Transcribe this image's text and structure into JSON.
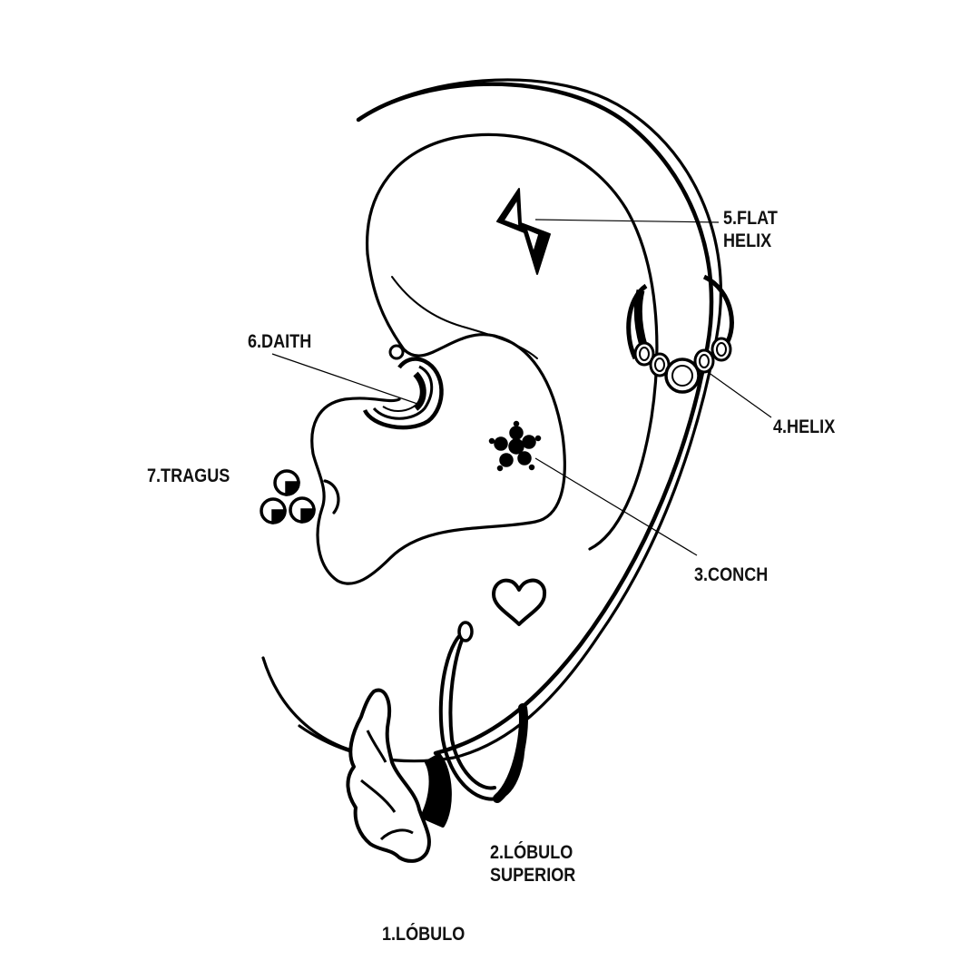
{
  "colors": {
    "ink": "#000000",
    "background": "#ffffff",
    "fill": "#ffffff"
  },
  "labels": {
    "flat_helix": {
      "line1": "5.FLAT",
      "line2": "HELIX"
    },
    "daith": "6.DAITH",
    "helix": "4.HELIX",
    "tragus": "7.TRAGUS",
    "conch": "3.CONCH",
    "lobulo_superior": {
      "line1": "2.LÓBULO",
      "line2": "SUPERIOR"
    },
    "lobulo": "1.LÓBULO"
  },
  "jewelry_icons": [
    "lightning-bolt-stud",
    "segment-ring-with-gems",
    "flower-cluster-stud",
    "heart-stud",
    "trinity-ball-stud",
    "twisted-hoop",
    "plain-hoop",
    "daith-ring"
  ]
}
